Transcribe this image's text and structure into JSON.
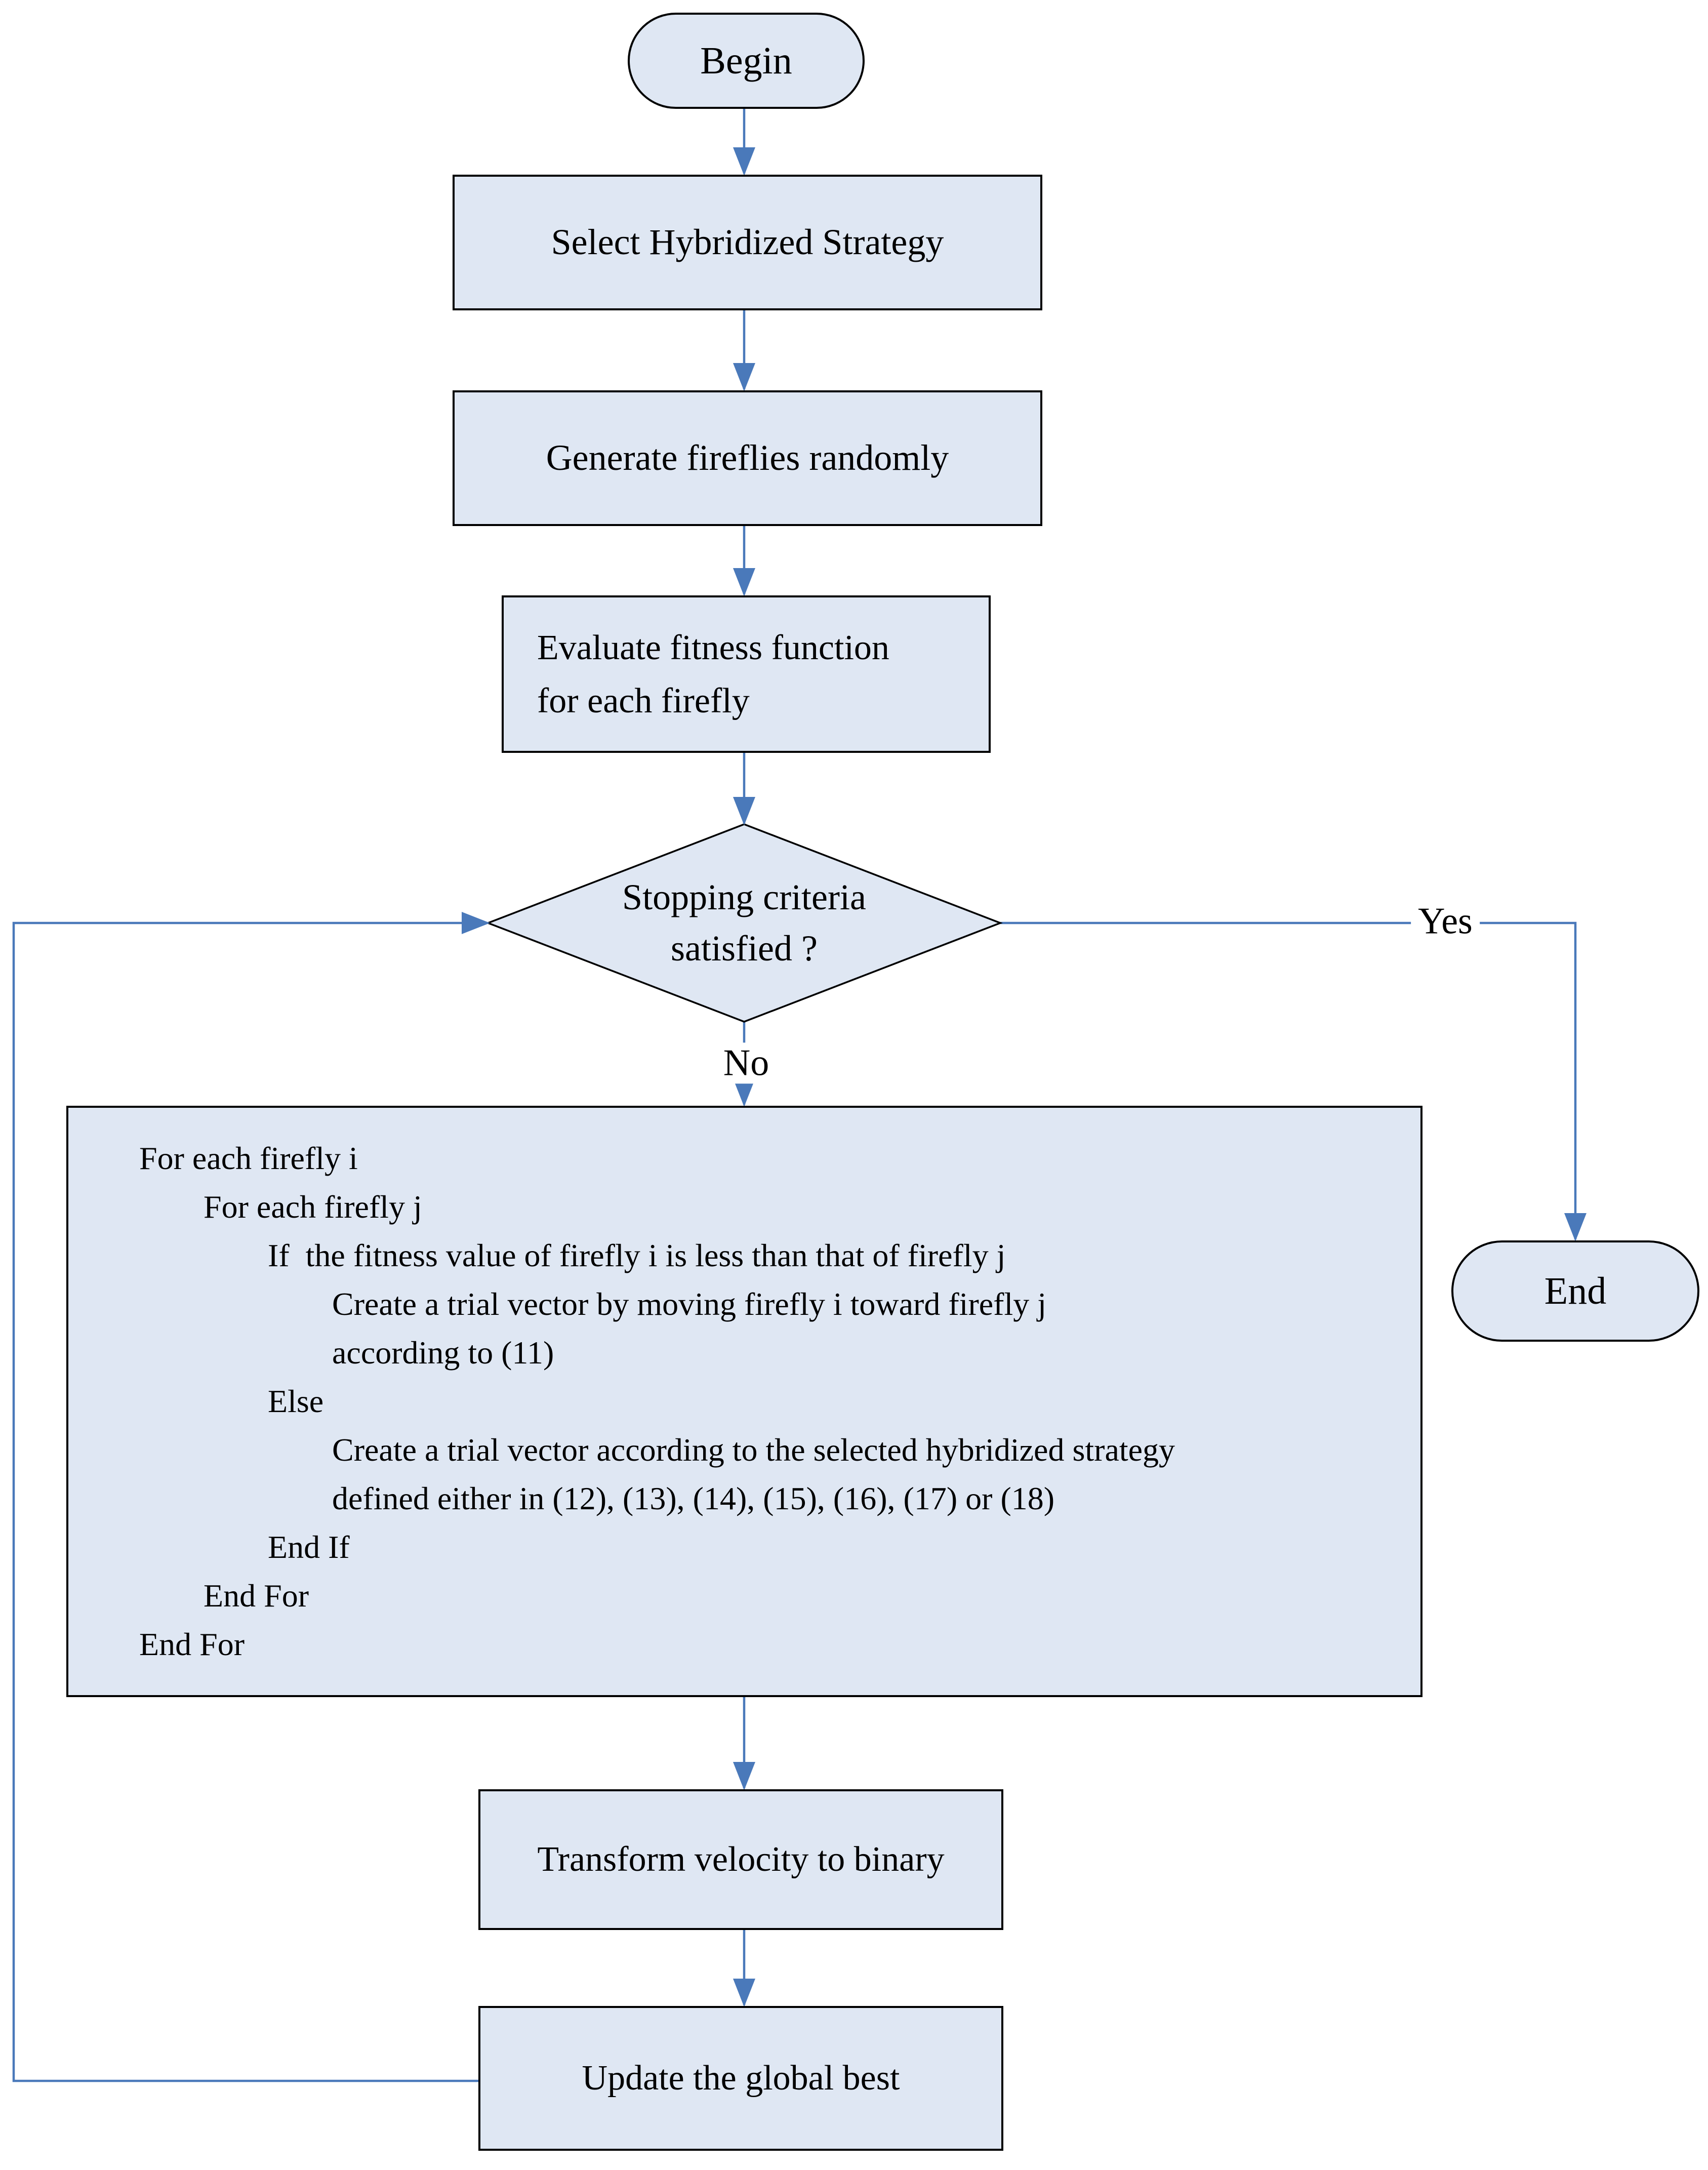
{
  "figure": {
    "type": "flowchart",
    "description": "Hybridized firefly algorithm flowchart"
  },
  "colors": {
    "node_fill": "#dfe7f3",
    "node_border": "#000000",
    "connector": "#4a79ba",
    "text": "#000000",
    "background": "#ffffff"
  },
  "nodes": {
    "begin": {
      "shape": "stadium",
      "label": "Begin"
    },
    "select_strategy": {
      "shape": "process",
      "label": "Select Hybridized Strategy"
    },
    "generate_fireflies": {
      "shape": "process",
      "label": "Generate fireflies randomly"
    },
    "evaluate_fitness": {
      "shape": "process",
      "label": "Evaluate fitness function\nfor each firefly"
    },
    "stopping_criteria": {
      "shape": "decision",
      "label": "Stopping criteria\nsatisfied ?"
    },
    "pseudocode_block": {
      "shape": "process",
      "lines": [
        {
          "indent": 0,
          "text": "For each firefly i"
        },
        {
          "indent": 1,
          "text": "For each firefly j"
        },
        {
          "indent": 2,
          "text": "If  the fitness value of firefly i is less than that of firefly j"
        },
        {
          "indent": 3,
          "text": "Create a trial vector by moving firefly i toward firefly j"
        },
        {
          "indent": 3,
          "text": "according to (11)"
        },
        {
          "indent": 2,
          "text": "Else"
        },
        {
          "indent": 3,
          "text": "Create a trial vector according to the selected hybridized strategy"
        },
        {
          "indent": 3,
          "text": "defined either in (12), (13), (14), (15), (16), (17) or (18)"
        },
        {
          "indent": 2,
          "text": "End If"
        },
        {
          "indent": 1,
          "text": "End For"
        },
        {
          "indent": 0,
          "text": "End For"
        }
      ]
    },
    "transform_velocity": {
      "shape": "process",
      "label": "Transform velocity to binary"
    },
    "update_global_best": {
      "shape": "process",
      "label": "Update the global best"
    },
    "end": {
      "shape": "stadium",
      "label": "End"
    }
  },
  "edges": {
    "yes_label": "Yes",
    "no_label": "No"
  }
}
